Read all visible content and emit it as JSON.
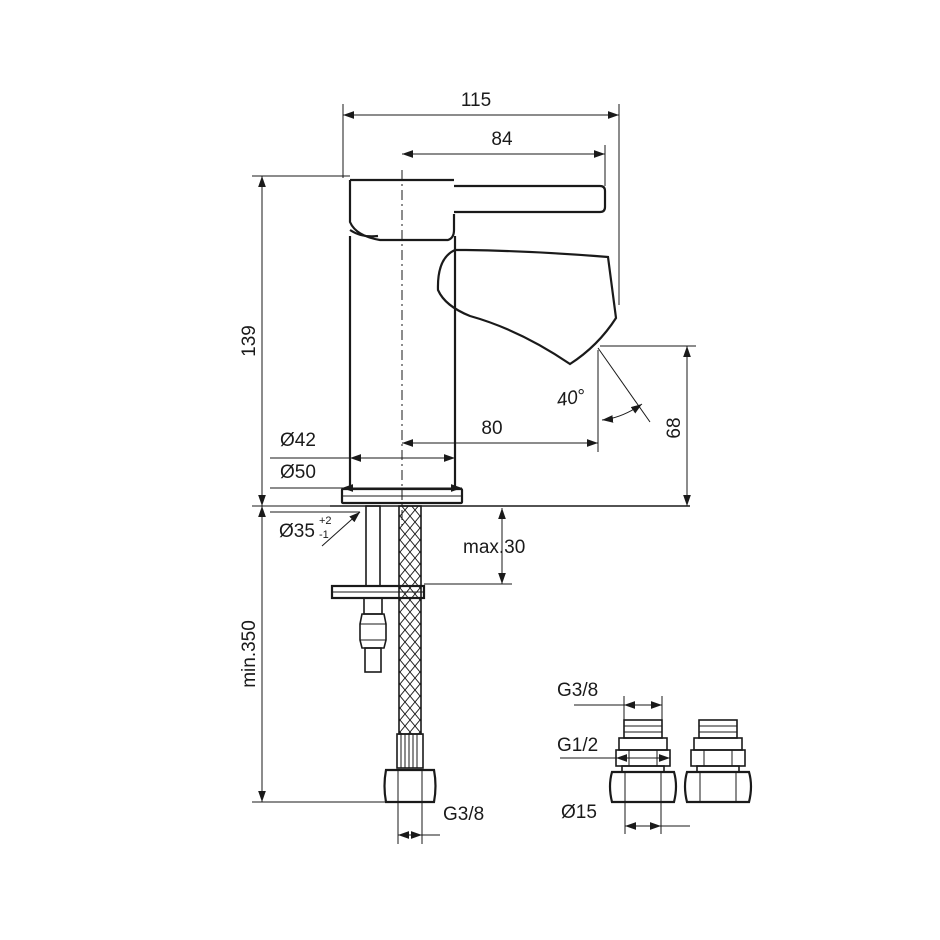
{
  "dimensions": {
    "total_length": "115",
    "handle_reach": "84",
    "total_height": "139",
    "outlet_height": "68",
    "spout_projection": "80",
    "body_diameter": "Ø42",
    "base_diameter": "Ø50",
    "hole_diameter": "Ø35",
    "hole_tol_plus": "+2",
    "hole_tol_minus": "-1",
    "max_deck": "max.30",
    "min_hose": "min.350",
    "hose_thread": "G3/8",
    "spout_angle": "40°"
  },
  "adapter": {
    "thread_top": "G3/8",
    "thread_mid": "G1/2",
    "pipe_diameter": "Ø15"
  },
  "colors": {
    "line": "#1a1a1a",
    "background": "#ffffff"
  }
}
